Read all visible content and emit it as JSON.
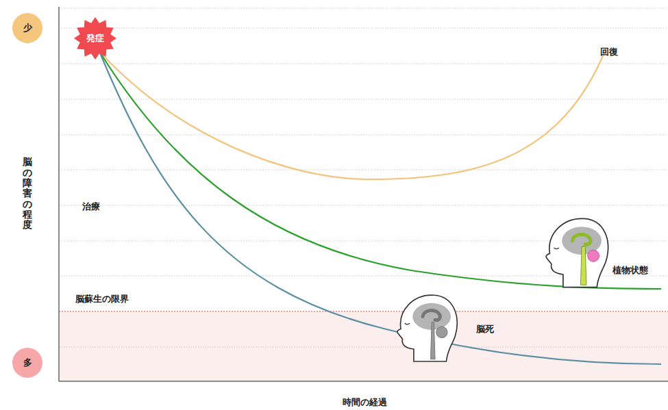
{
  "diagram": {
    "nodes": [
      {
        "text": [
          "少"
        ]
      },
      {
        "text": [
          "発症"
        ]
      },
      {
        "text": [
          "多"
        ]
      }
    ],
    "labels": [
      "脳の障害の程度",
      "治療",
      "脳蘇生の限界",
      "回復",
      "植物状態",
      "脳死",
      "時間の経過"
    ]
  }
}
